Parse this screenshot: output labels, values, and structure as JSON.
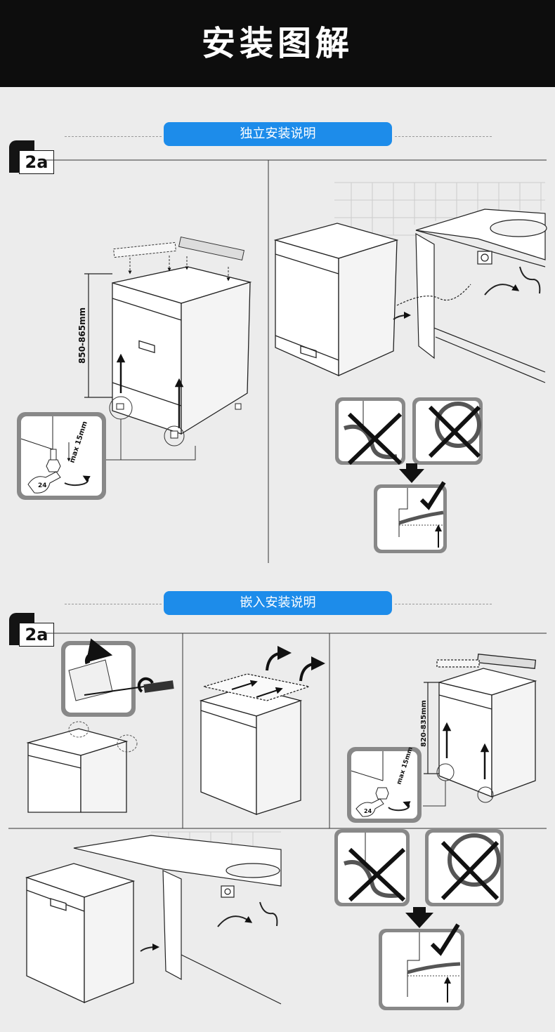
{
  "header": {
    "title": "安装图解"
  },
  "section1": {
    "pill": "独立安装说明",
    "badge": "2a",
    "dimension": "850-865mm",
    "adjust_note": "max 15mm",
    "wrench_size": "24"
  },
  "section2": {
    "pill": "嵌入安装说明",
    "badge": "2a",
    "dimension": "820-835mm",
    "adjust_note": "max 15mm",
    "wrench_size": "24"
  },
  "colors": {
    "header_bg": "#0d0d0d",
    "pill_blue": "#1d8cea",
    "page_bg": "#ececec"
  }
}
